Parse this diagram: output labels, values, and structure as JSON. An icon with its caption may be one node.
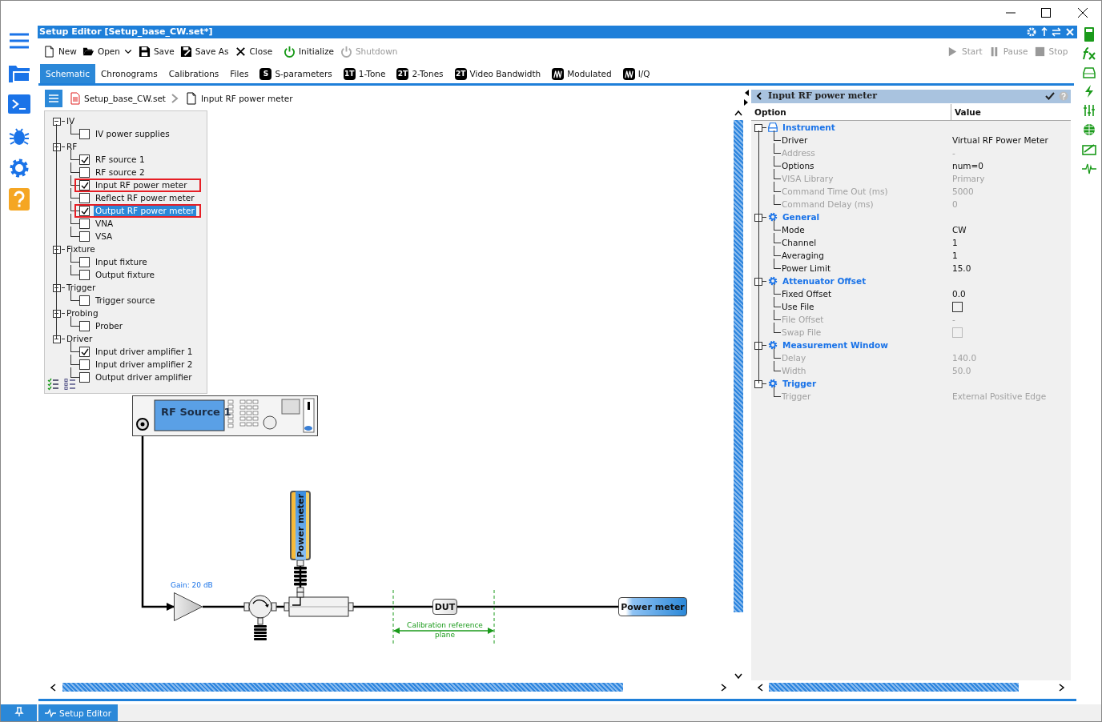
{
  "diagram": {
    "nodes": [
      {
        "text": [
          "RF Source 1"
        ]
      },
      {
        "text": [],
        "shape": "triangle",
        "beside": [
          "Gain: 20 dB"
        ]
      },
      {
        "text": [],
        "shape": "picture"
      },
      {
        "text": [],
        "shape": "picture"
      },
      {
        "text": [
          "Power meter"
        ]
      },
      {
        "text": [
          "DUT"
        ]
      },
      {
        "text": [
          "Power meter"
        ]
      }
    ],
    "edges": [
      {
        "from": 0,
        "to": 1,
        "arrow": "to"
      },
      {
        "from": 1,
        "to": 2,
        "arrow": "none"
      },
      {
        "from": 2,
        "to": 3,
        "arrow": "none"
      },
      {
        "from": 3,
        "to": 4,
        "arrow": "none"
      },
      {
        "from": 3,
        "to": 5,
        "arrow": "none"
      },
      {
        "from": 5,
        "to": 6,
        "arrow": "none"
      }
    ],
    "labels": [
      "Setup Editor [Setup_base_CW.set*]",
      "New",
      "Open",
      "Save",
      "Save As",
      "Close",
      "Initialize",
      "Shutdown",
      "Start",
      "Pause",
      "Stop",
      "Schematic",
      "Chronograms",
      "Calibrations",
      "Files",
      "S",
      "S-parameters",
      "1T",
      "1-Tone",
      "2T",
      "2-Tones",
      "2T",
      "Video Bandwidth",
      "Modulated",
      "I/Q",
      "Setup_base_CW.set",
      "Input RF power meter",
      "IV",
      "IV power supplies",
      "RF",
      "RF source 1",
      "RF source 2",
      "Input RF power meter",
      "Reflect RF power meter",
      "Output RF power meter",
      "VNA",
      "VSA",
      "Fixture",
      "Input fixture",
      "Output fixture",
      "Trigger",
      "Trigger source",
      "Probing",
      "Prober",
      "Driver",
      "Input driver amplifier 1",
      "Input driver amplifier 2",
      "Output driver amplifier",
      "Calibration reference plane",
      "Input RF power meter",
      "Option",
      "Value",
      "Instrument",
      "Driver",
      "Virtual RF Power Meter",
      "Address",
      "-",
      "Options",
      "num=0",
      "VISA Library",
      "Primary",
      "Command Time Out (ms)",
      "5000",
      "Command Delay (ms)",
      "0",
      "General",
      "Mode",
      "CW",
      "Channel",
      "1",
      "Averaging",
      "1",
      "Power Limit",
      "15.0",
      "Attenuator Offset",
      "Fixed Offset",
      "0.0",
      "Use File",
      "File Offset",
      "-",
      "Swap File",
      "Measurement Window",
      "Delay",
      "140.0",
      "Width",
      "50.0",
      "Trigger",
      "Trigger",
      "External Positive Edge",
      "Setup Editor"
    ]
  }
}
